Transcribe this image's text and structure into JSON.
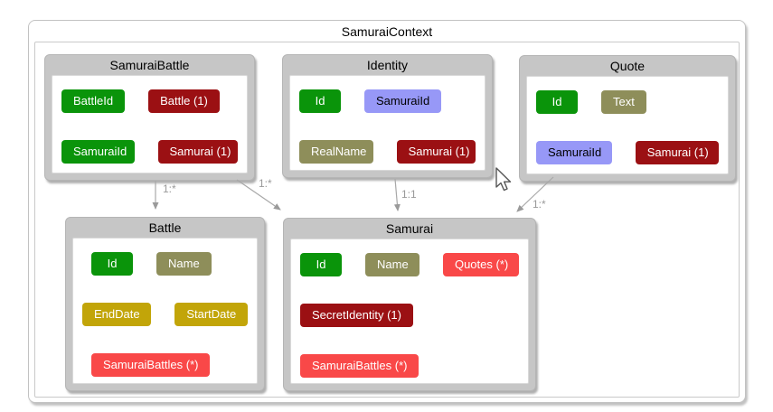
{
  "app": {
    "title": "SamuraiContext"
  },
  "colors": {
    "key": "#0a940a",
    "navigation_one": "#9b1013",
    "property": "#8e8e5a",
    "date_property": "#c2a509",
    "navigation_many": "#f94848",
    "foreign_key": "#9798f7",
    "entity_header_gray": "#c6c6c6",
    "edge_gray": "#a0a0a0"
  },
  "entities": [
    {
      "name": "SamuraiBattle",
      "rows": [
        [
          {
            "label": "BattleId",
            "type": "key"
          },
          {
            "label": "Battle (1)",
            "type": "navigation_one"
          }
        ],
        [
          {
            "label": "SamuraiId",
            "type": "key"
          },
          {
            "label": "Samurai (1)",
            "type": "navigation_one"
          }
        ]
      ]
    },
    {
      "name": "Identity",
      "rows": [
        [
          {
            "label": "Id",
            "type": "key"
          },
          {
            "label": "SamuraiId",
            "type": "foreign_key"
          }
        ],
        [
          {
            "label": "RealName",
            "type": "property"
          },
          {
            "label": "Samurai (1)",
            "type": "navigation_one"
          }
        ]
      ]
    },
    {
      "name": "Quote",
      "rows": [
        [
          {
            "label": "Id",
            "type": "key"
          },
          {
            "label": "Text",
            "type": "property"
          }
        ],
        [
          {
            "label": "SamuraiId",
            "type": "foreign_key"
          },
          {
            "label": "Samurai (1)",
            "type": "navigation_one"
          }
        ]
      ]
    },
    {
      "name": "Battle",
      "rows": [
        [
          {
            "label": "Id",
            "type": "key"
          },
          {
            "label": "Name",
            "type": "property"
          }
        ],
        [
          {
            "label": "EndDate",
            "type": "date_property"
          },
          {
            "label": "StartDate",
            "type": "date_property"
          }
        ],
        [
          {
            "label": "SamuraiBattles (*)",
            "type": "navigation_many"
          }
        ]
      ]
    },
    {
      "name": "Samurai",
      "rows": [
        [
          {
            "label": "Id",
            "type": "key"
          },
          {
            "label": "Name",
            "type": "property"
          },
          {
            "label": "Quotes (*)",
            "type": "navigation_many"
          }
        ],
        [
          {
            "label": "SecretIdentity (1)",
            "type": "navigation_one"
          }
        ],
        [
          {
            "label": "SamuraiBattles (*)",
            "type": "navigation_many"
          }
        ]
      ]
    }
  ],
  "edges": [
    {
      "from": "SamuraiBattle",
      "to": "Battle",
      "label": "1:*"
    },
    {
      "from": "SamuraiBattle",
      "to": "Samurai",
      "label": "1:*"
    },
    {
      "from": "Identity",
      "to": "Samurai",
      "label": "1:1"
    },
    {
      "from": "Quote",
      "to": "Samurai",
      "label": "1:*"
    }
  ]
}
